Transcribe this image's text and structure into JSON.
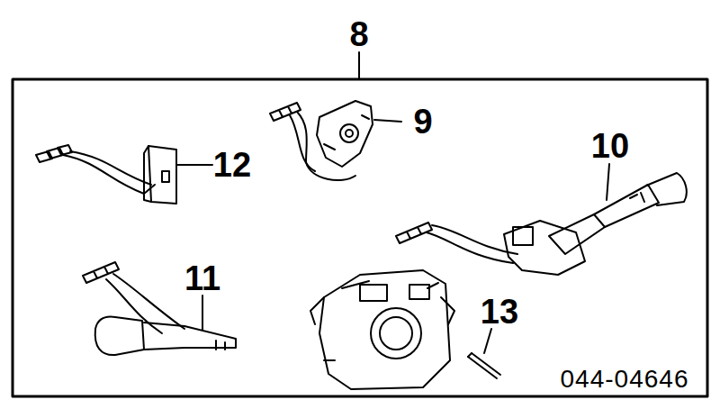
{
  "diagram": {
    "labels": [
      "8",
      "9",
      "10",
      "11",
      "12",
      "13",
      "044-04646"
    ]
  }
}
